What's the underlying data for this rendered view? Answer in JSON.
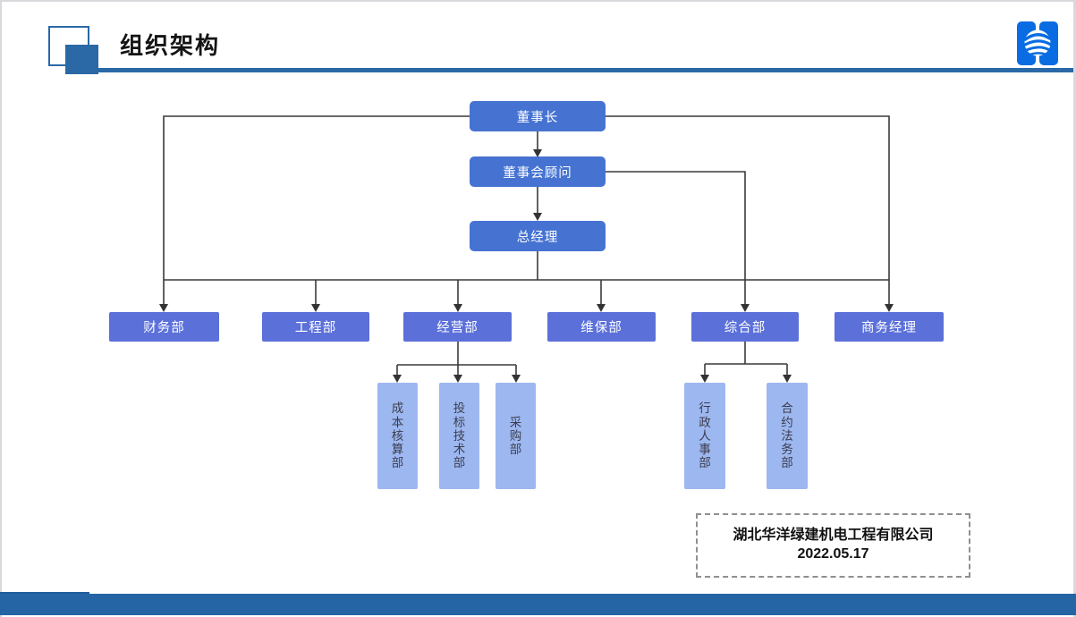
{
  "slide": {
    "title": "组织架构"
  },
  "icons": {
    "logo": "globe-logo-icon"
  },
  "org_chart": {
    "type": "org-tree",
    "level1": [
      {
        "label": "董事长"
      },
      {
        "label": "董事会顾问"
      },
      {
        "label": "总经理"
      }
    ],
    "level2": [
      {
        "label": "财务部"
      },
      {
        "label": "工程部"
      },
      {
        "label": "经营部"
      },
      {
        "label": "维保部"
      },
      {
        "label": "综合部"
      },
      {
        "label": "商务经理"
      }
    ],
    "level3": [
      {
        "label": "成本核算部",
        "parent": "经营部"
      },
      {
        "label": "投标技术部",
        "parent": "经营部"
      },
      {
        "label": "采购部",
        "parent": "经营部"
      },
      {
        "label": "行政人事部",
        "parent": "综合部"
      },
      {
        "label": "合约法务部",
        "parent": "综合部"
      }
    ]
  },
  "footer_note": {
    "company": "湖北华洋绿建机电工程有限公司",
    "date": "2022.05.17"
  },
  "colors": {
    "accent": "#2a69a6",
    "node_primary": "#4673d2",
    "node_secondary": "#5b70d9",
    "node_light": "#9db8f0",
    "connector": "#3a3a3a",
    "footer_bar": "#2565a6",
    "logo_blue": "#0a6ce2"
  }
}
